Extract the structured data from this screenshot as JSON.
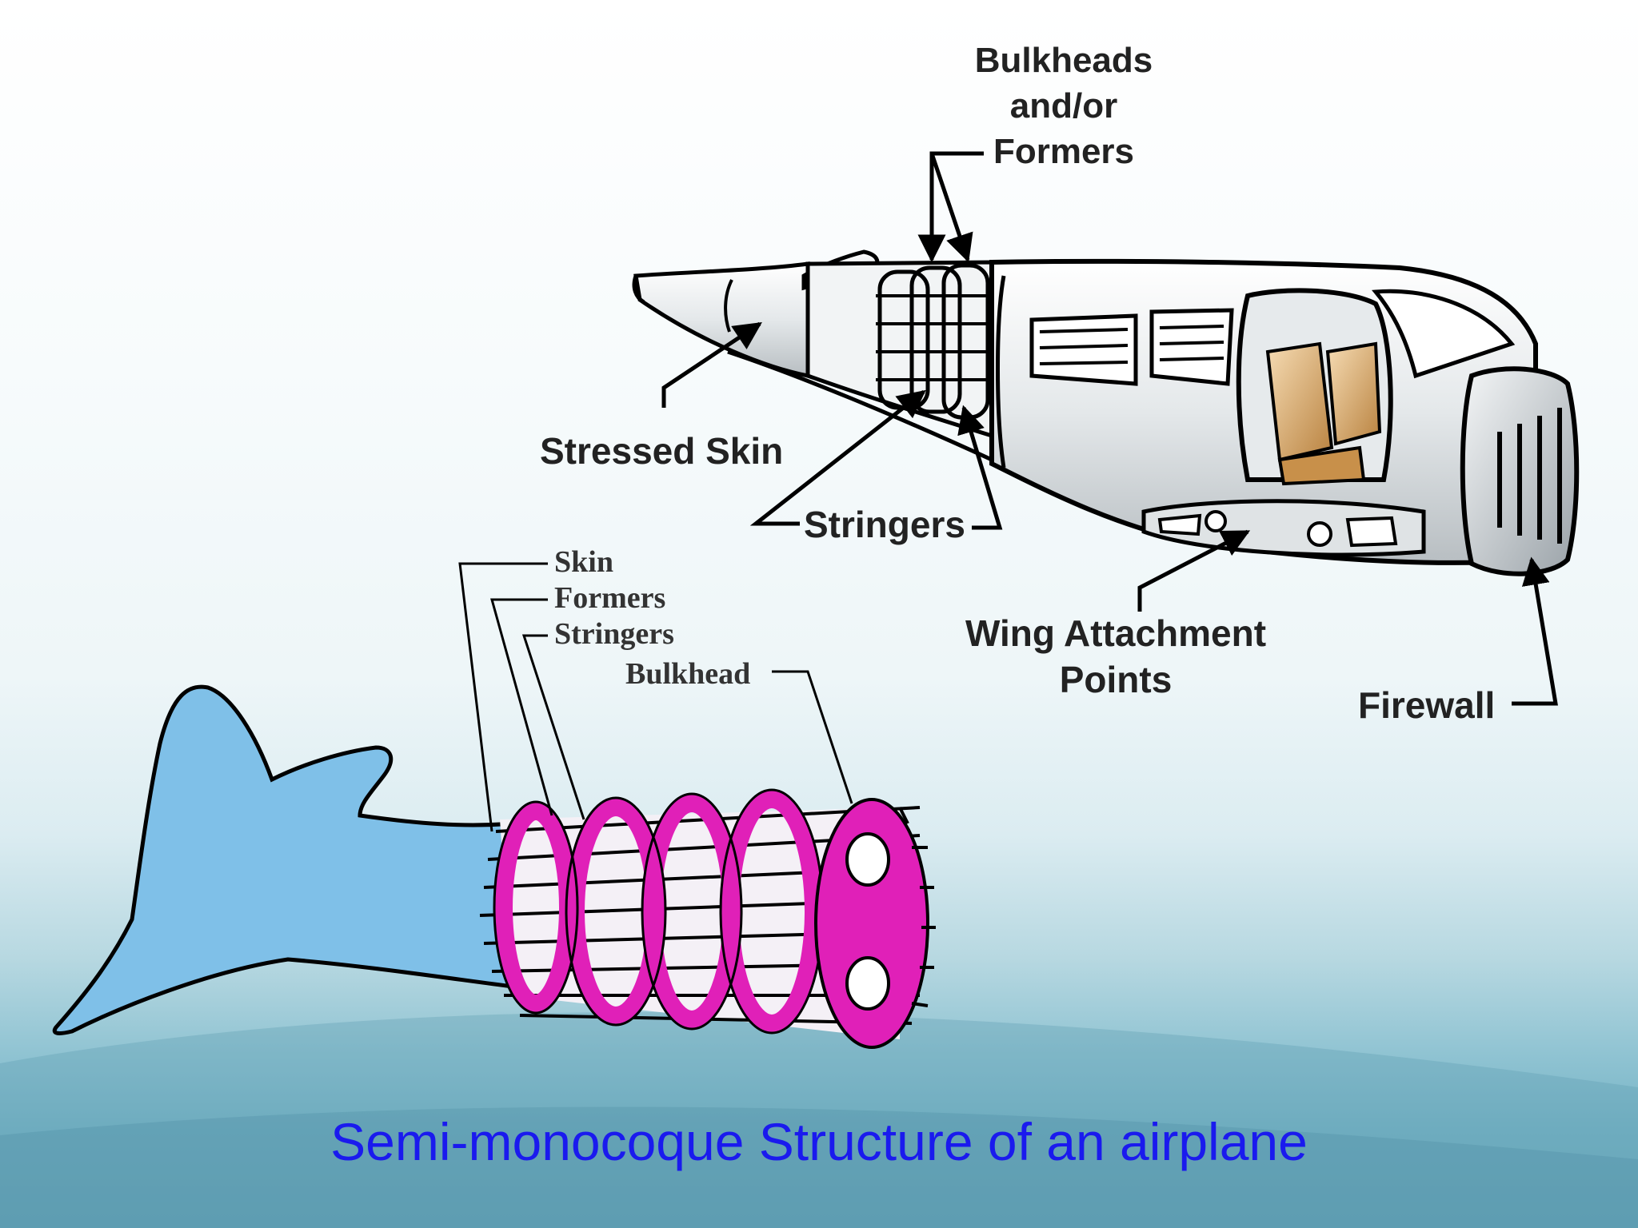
{
  "diagram": {
    "top_labels": {
      "bulkheads_formers": [
        "Bulkheads",
        "and/or",
        "Formers"
      ],
      "stressed_skin": "Stressed Skin",
      "stringers": "Stringers",
      "wing_attachment": [
        "Wing Attachment",
        "Points"
      ],
      "firewall": "Firewall"
    },
    "bottom_labels": {
      "skin": "Skin",
      "formers": "Formers",
      "stringers": "Stringers",
      "bulkhead": "Bulkhead"
    },
    "colors": {
      "tail_blue": "#7fc0e8",
      "frame_magenta": "#e020b8",
      "caption_blue": "#1a1aee",
      "seat_tan": "#d9a060"
    }
  },
  "caption": "Semi-monocoque Structure of an airplane"
}
